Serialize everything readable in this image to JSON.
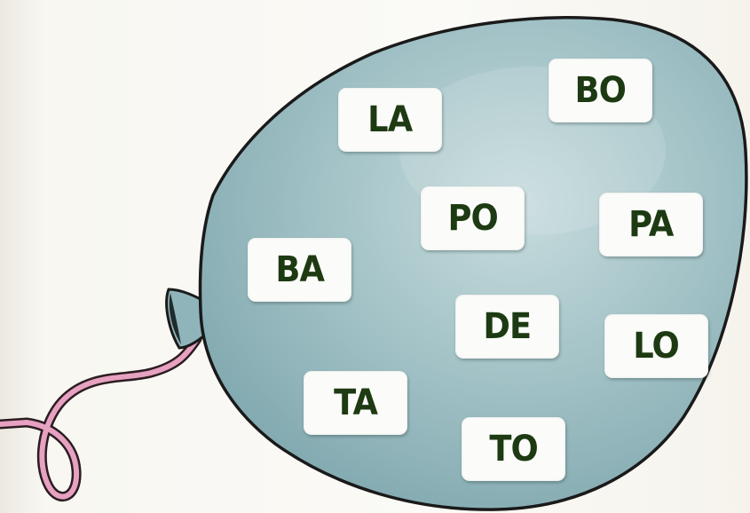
{
  "balloon": {
    "color": "#8fb4ba",
    "string_color": "#e7a1c1",
    "syllables": [
      {
        "id": "la",
        "text": "LA"
      },
      {
        "id": "bo",
        "text": "BO"
      },
      {
        "id": "po",
        "text": "PO"
      },
      {
        "id": "pa",
        "text": "PA"
      },
      {
        "id": "ba",
        "text": "BA"
      },
      {
        "id": "de",
        "text": "DE"
      },
      {
        "id": "lo",
        "text": "LO"
      },
      {
        "id": "ta",
        "text": "TA"
      },
      {
        "id": "to",
        "text": "TO"
      }
    ]
  }
}
